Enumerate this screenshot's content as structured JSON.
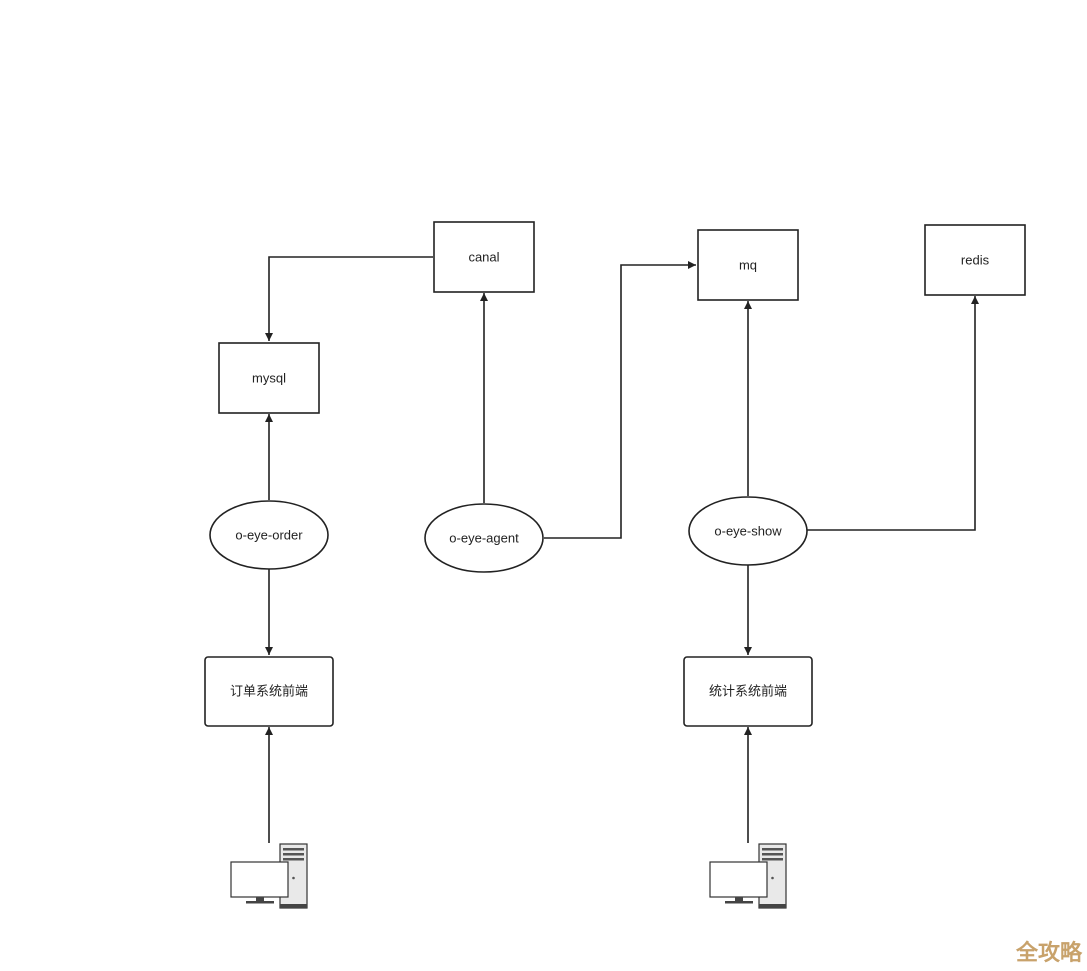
{
  "nodes": {
    "canal": "canal",
    "mq": "mq",
    "redis": "redis",
    "mysql": "mysql",
    "o_eye_order": "o-eye-order",
    "o_eye_agent": "o-eye-agent",
    "o_eye_show": "o-eye-show",
    "order_frontend": "订单系统前端",
    "stats_frontend": "统计系统前端"
  },
  "icons": {
    "client_left": "computer-icon",
    "client_right": "computer-icon"
  },
  "watermark": "全攻略"
}
